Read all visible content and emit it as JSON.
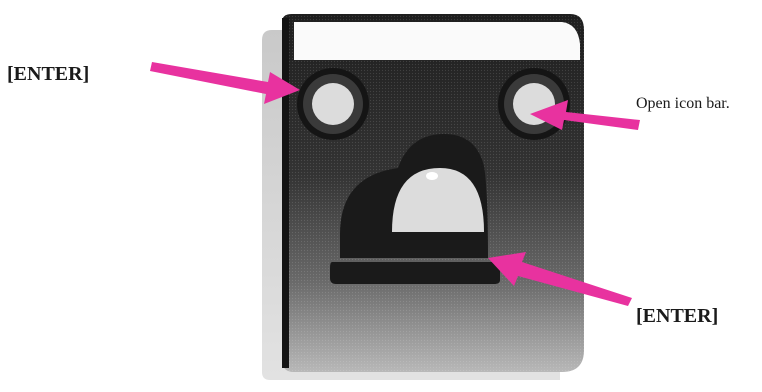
{
  "labels": {
    "left_button": "[ENTER]",
    "right_button": "Open icon bar.",
    "center_button": "[ENTER]"
  },
  "colors": {
    "arrow": "#e8329f",
    "device_dark": "#2a2a2a",
    "shadow": "#cfcfcf",
    "button_face": "#dcdcdc"
  },
  "icons": [
    "device-body-icon",
    "left-round-button-icon",
    "right-round-button-icon",
    "center-dome-button-icon",
    "arrow-icon"
  ]
}
